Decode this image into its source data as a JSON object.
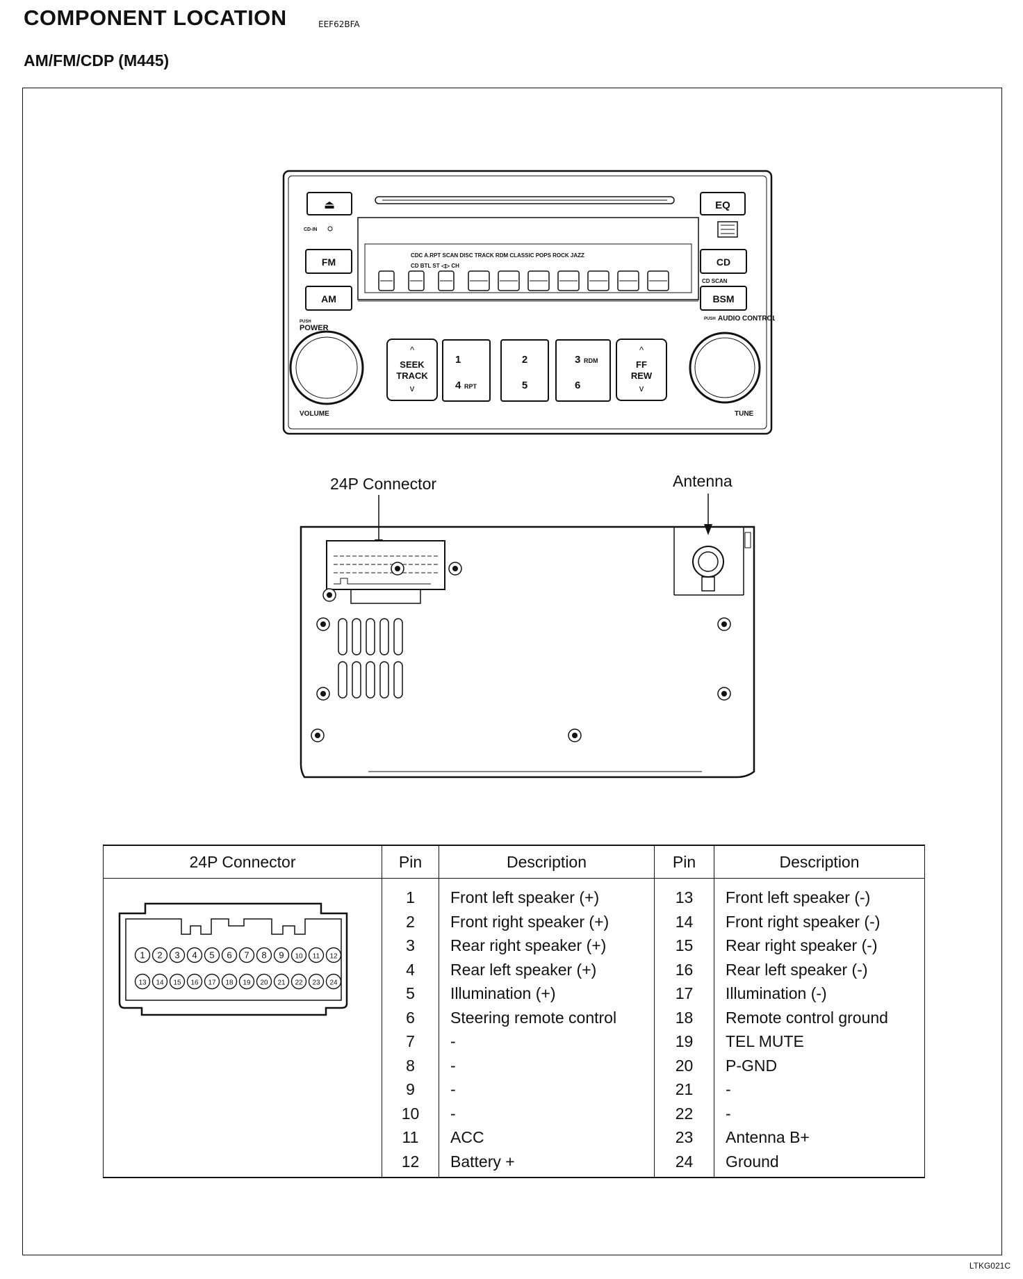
{
  "header": {
    "title": "COMPONENT LOCATION",
    "code": "EEF62BFA",
    "subtitle": "AM/FM/CDP (M445)"
  },
  "figure_code": "LTKG021C",
  "front_panel": {
    "buttons": {
      "eject": "⏏",
      "eq": "EQ",
      "fm": "FM",
      "am": "AM",
      "cd": "CD",
      "bsm": "BSM"
    },
    "labels": {
      "cd_in": "CD-IN",
      "cd_scan": "CD SCAN",
      "push": "PUSH",
      "power": "POWER",
      "volume": "VOLUME",
      "audio_control": "AUDIO CONTROL",
      "tune": "TUNE"
    },
    "display_top": "CDC A.RPT SCAN DISC   TRACK RDM CLASSIC POPS ROCK JAZZ",
    "display_left": "CD BTL ST ◁▷ CH",
    "keys": {
      "seek_top": "SEEK",
      "seek_bottom": "TRACK",
      "k1": "1",
      "k4": "4",
      "k4_sub": "RPT",
      "k2": "2",
      "k5": "5",
      "k3": "3",
      "k3_sub": "RDM",
      "k6": "6",
      "ff_top": "FF",
      "ff_bottom": "REW"
    }
  },
  "rear_panel": {
    "connector_label": "24P Connector",
    "antenna_label": "Antenna"
  },
  "pin_table": {
    "headers": {
      "connector": "24P Connector",
      "pin": "Pin",
      "description": "Description",
      "pin2": "Pin",
      "description2": "Description"
    },
    "connector_pins_top": [
      "1",
      "2",
      "3",
      "4",
      "5",
      "6",
      "7",
      "8",
      "9",
      "10",
      "11",
      "12"
    ],
    "connector_pins_bottom": [
      "13",
      "14",
      "15",
      "16",
      "17",
      "18",
      "19",
      "20",
      "21",
      "22",
      "23",
      "24"
    ],
    "left": [
      {
        "pin": "1",
        "desc": "Front left speaker (+)"
      },
      {
        "pin": "2",
        "desc": "Front right speaker (+)"
      },
      {
        "pin": "3",
        "desc": "Rear right speaker (+)"
      },
      {
        "pin": "4",
        "desc": "Rear left speaker (+)"
      },
      {
        "pin": "5",
        "desc": "Illumination (+)"
      },
      {
        "pin": "6",
        "desc": "Steering remote control"
      },
      {
        "pin": "7",
        "desc": "-"
      },
      {
        "pin": "8",
        "desc": "-"
      },
      {
        "pin": "9",
        "desc": "-"
      },
      {
        "pin": "10",
        "desc": "-"
      },
      {
        "pin": "11",
        "desc": "ACC"
      },
      {
        "pin": "12",
        "desc": "Battery +"
      }
    ],
    "right": [
      {
        "pin": "13",
        "desc": "Front left speaker (-)"
      },
      {
        "pin": "14",
        "desc": "Front right speaker (-)"
      },
      {
        "pin": "15",
        "desc": "Rear right speaker (-)"
      },
      {
        "pin": "16",
        "desc": "Rear left speaker (-)"
      },
      {
        "pin": "17",
        "desc": "Illumination (-)"
      },
      {
        "pin": "18",
        "desc": "Remote control ground"
      },
      {
        "pin": "19",
        "desc": "TEL MUTE"
      },
      {
        "pin": "20",
        "desc": "P-GND"
      },
      {
        "pin": "21",
        "desc": "-"
      },
      {
        "pin": "22",
        "desc": "-"
      },
      {
        "pin": "23",
        "desc": "Antenna B+"
      },
      {
        "pin": "24",
        "desc": "Ground"
      }
    ]
  }
}
